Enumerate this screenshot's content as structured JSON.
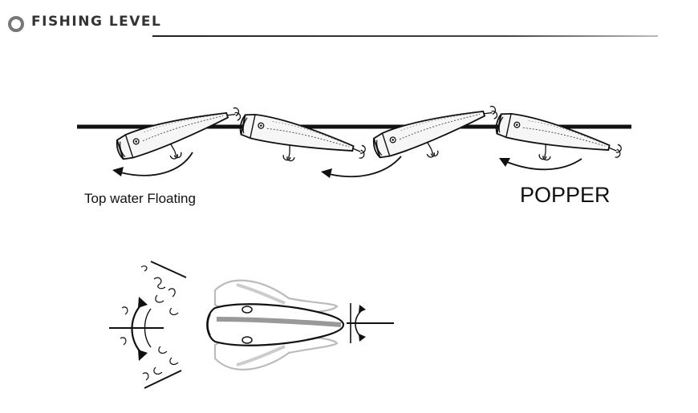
{
  "header": {
    "title": "FISHING LEVEL",
    "icon": "ring-bullet-icon"
  },
  "diagram": {
    "caption_action": "Top water Floating",
    "caption_type": "POPPER",
    "lure_count": 4,
    "colors": {
      "line": "#111111",
      "lure_body": "#f4f4f4",
      "lure_stripe": "#999999",
      "header_rule": "#222222"
    }
  }
}
